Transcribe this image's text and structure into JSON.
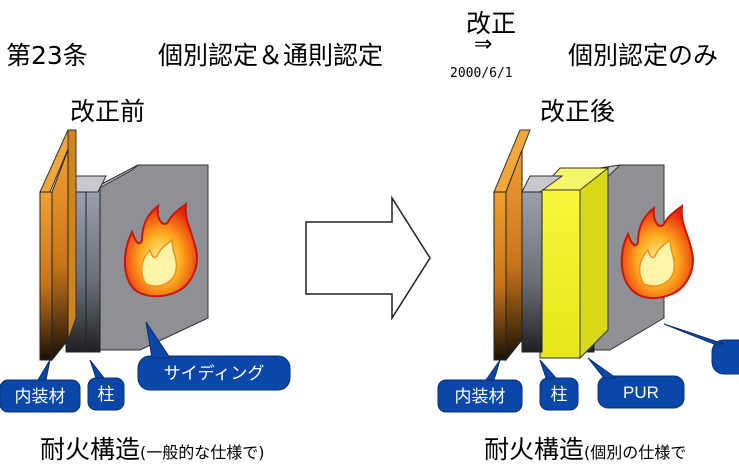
{
  "header": {
    "article": "第23条",
    "before_rule": "個別認定＆通則認定",
    "revision_label": "改正",
    "arrow": "⇒",
    "date": "2000/6/1",
    "after_rule": "個別認定のみ"
  },
  "left_panel": {
    "title": "改正前",
    "labels": {
      "interior": "内装材",
      "column": "柱",
      "siding": "サイディング"
    },
    "caption_main": "耐火構造",
    "caption_sub": "(一般的な仕様で)"
  },
  "right_panel": {
    "title": "改正後",
    "labels": {
      "interior": "内装材",
      "column": "柱",
      "pur": "PUR"
    },
    "caption_main": "耐火構造",
    "caption_sub": "(個別の仕様で"
  },
  "colors": {
    "callout_blue": "#0b47a8",
    "orange_panel": "#e8941a",
    "gray_panel": "#8a8c92",
    "yellow_panel": "#f2f21a",
    "flame_red": "#e8200c"
  }
}
